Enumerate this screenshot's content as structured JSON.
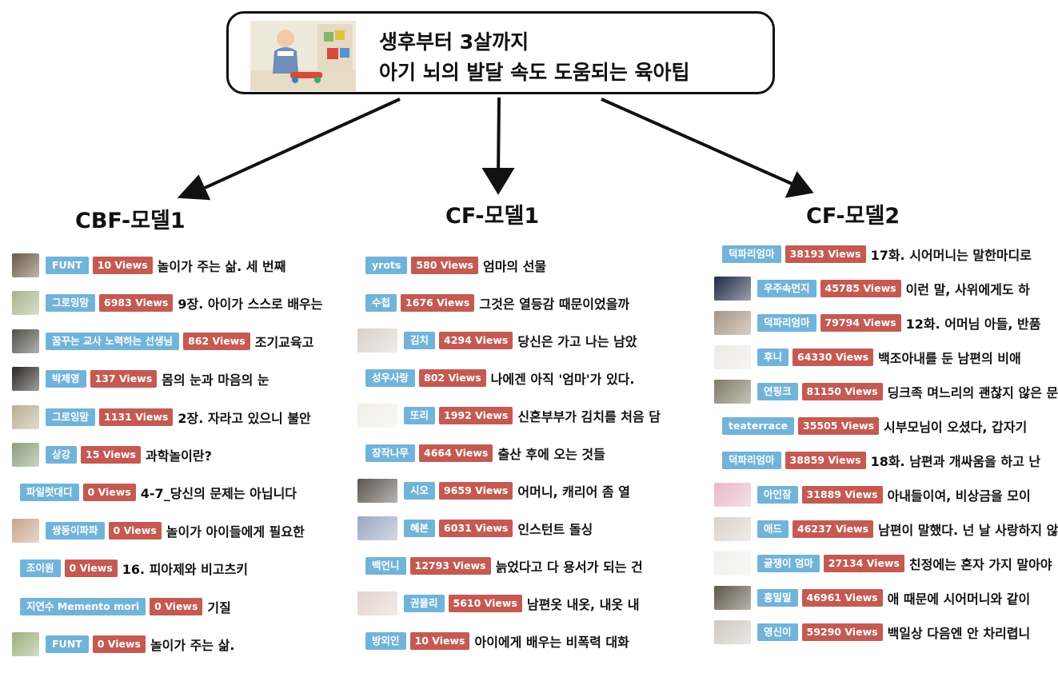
{
  "source": {
    "title_line1": "생후부터 3살까지",
    "title_line2": "아기 뇌의 발달 속도 도움되는 육아팁"
  },
  "columns": [
    {
      "name": "CBF-모델1",
      "items": [
        {
          "author": "FUNT",
          "views": "10 Views",
          "title": "놀이가 주는 삶. 세 번째",
          "thumb": "#6b5a45"
        },
        {
          "author": "그로잉맘",
          "views": "6983 Views",
          "title": "9장. 아이가 스스로 배우는",
          "thumb": "#a9b48c"
        },
        {
          "author": "꿈꾸는 교사 노력하는 선생님",
          "views": "862 Views",
          "title": "조기교육고",
          "thumb": "#4f4f4a"
        },
        {
          "author": "박제영",
          "views": "137 Views",
          "title": "몸의 눈과 마음의 눈",
          "thumb": "#2b2626"
        },
        {
          "author": "그로잉맘",
          "views": "1131 Views",
          "title": "2장. 자라고 있으니 불안",
          "thumb": "#b9ae8f"
        },
        {
          "author": "상강",
          "views": "15 Views",
          "title": "과학놀이란?",
          "thumb": "#8a9f7d"
        },
        {
          "author": "파일럿대디",
          "views": "0 Views",
          "title": "4-7_당신의 문제는 아닙니다",
          "thumb": ""
        },
        {
          "author": "쌍둥이파파",
          "views": "0 Views",
          "title": "놀이가 아이들에게 필요한",
          "thumb": "#c9a48c"
        },
        {
          "author": "조이원",
          "views": "0 Views",
          "title": "16. 피아제와 비고츠키",
          "thumb": ""
        },
        {
          "author": "지연수 Memento mori",
          "views": "0 Views",
          "title": "기질",
          "thumb": ""
        },
        {
          "author": "FUNT",
          "views": "0 Views",
          "title": "놀이가 주는 삶.",
          "thumb": "#9bb07a"
        }
      ]
    },
    {
      "name": "CF-모델1",
      "items": [
        {
          "author": "yrots",
          "views": "580 Views",
          "title": "엄마의 선물",
          "thumb": ""
        },
        {
          "author": "수첩",
          "views": "1676 Views",
          "title": "그것은 열등감 때문이었을까",
          "thumb": ""
        },
        {
          "author": "김치",
          "views": "4294 Views",
          "title": "당신은 가고 나는 남았",
          "thumb": "#d8d2cc"
        },
        {
          "author": "성우사랑",
          "views": "802 Views",
          "title": "나에겐 아직 '엄마'가 있다.",
          "thumb": ""
        },
        {
          "author": "또리",
          "views": "1992 Views",
          "title": "신혼부부가 김치를 처음 담",
          "thumb": "#f1eee8"
        },
        {
          "author": "장작나무",
          "views": "4664 Views",
          "title": "출산 후에 오는 것들",
          "thumb": ""
        },
        {
          "author": "시오",
          "views": "9659 Views",
          "title": "어머니, 캐리어 좀 열",
          "thumb": "#5a5550"
        },
        {
          "author": "혜본",
          "views": "6031 Views",
          "title": "인스턴트 돌싱",
          "thumb": "#9aa8c2"
        },
        {
          "author": "백언니",
          "views": "12793 Views",
          "title": "늙었다고 다 용서가 되는 건",
          "thumb": ""
        },
        {
          "author": "권물리",
          "views": "5610 Views",
          "title": "남편옷 내옷, 내옷 내",
          "thumb": "#e3d3cd"
        },
        {
          "author": "방외인",
          "views": "10 Views",
          "title": "아이에게 배우는 비폭력 대화",
          "thumb": ""
        }
      ]
    },
    {
      "name": "CF-모델2",
      "items": [
        {
          "author": "덕파리엄마",
          "views": "38193 Views",
          "title": "17화. 시어머니는 말한마디로",
          "thumb": ""
        },
        {
          "author": "우주속먼지",
          "views": "45785 Views",
          "title": "이런 말, 사위에게도 하",
          "thumb": "#1f2a45"
        },
        {
          "author": "덕파리엄마",
          "views": "79794 Views",
          "title": "12화. 어머님 아들, 반품",
          "thumb": "#a89484"
        },
        {
          "author": "후니",
          "views": "64330 Views",
          "title": "백조아내를 둔 남편의 비애",
          "thumb": "#eceae6"
        },
        {
          "author": "연핑크",
          "views": "81150 Views",
          "title": "딩크족 며느리의 괜찮지 않은 문",
          "thumb": "#7f7a66"
        },
        {
          "author": "teaterrace",
          "views": "35505 Views",
          "title": "시부모님이 오셨다, 갑자기",
          "thumb": ""
        },
        {
          "author": "덕파리엄마",
          "views": "38859 Views",
          "title": "18화. 남편과 개싸움을 하고 난",
          "thumb": ""
        },
        {
          "author": "아인잠",
          "views": "31889 Views",
          "title": "아내들이여, 비상금을 모이",
          "thumb": "#e8b9c8"
        },
        {
          "author": "애드",
          "views": "46237 Views",
          "title": "남편이 말했다. 넌 날 사랑하지 않",
          "thumb": "#d9d3c9"
        },
        {
          "author": "글쟁이 엄마",
          "views": "27134 Views",
          "title": "친정에는 혼자 가지 말아야",
          "thumb": "#f0efec"
        },
        {
          "author": "흥밀밀",
          "views": "46961 Views",
          "title": "애 때문에 시어머니와 같이",
          "thumb": "#5e564a"
        },
        {
          "author": "영신이",
          "views": "59290 Views",
          "title": "백일상 다음엔 안 차리렵니",
          "thumb": "#cfc9c0"
        }
      ]
    }
  ]
}
